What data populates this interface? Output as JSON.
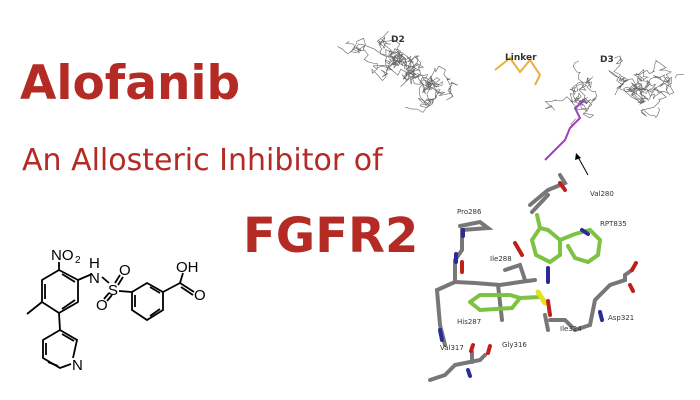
{
  "title": "Alofanib",
  "subtitle": "An Allosteric Inhibitor of",
  "target": "FGFR2",
  "protein": {
    "labels": {
      "d2": "D2",
      "linker": "Linker",
      "d3": "D3"
    }
  },
  "binding_site": {
    "residues": [
      "Val280",
      "RPT835",
      "Pro286",
      "Ile288",
      "His287",
      "Ile324",
      "Asp321",
      "Gly316",
      "Val317"
    ]
  },
  "molecule": {
    "no2": "NO",
    "no2_sub": "2",
    "nh_h": "H",
    "nh_n": "N",
    "s": "S",
    "o1": "O",
    "o2": "O",
    "oh": "OH",
    "o3": "O",
    "n": "N"
  },
  "colors": {
    "title": "#b42b25",
    "ligand": "#7dc242",
    "carbon": "#808080",
    "nitrogen": "#2a2a9a",
    "oxygen": "#c0201a",
    "sulfur": "#e8e020",
    "linker": "#e8b040",
    "d3_highlight": "#a040c0"
  }
}
